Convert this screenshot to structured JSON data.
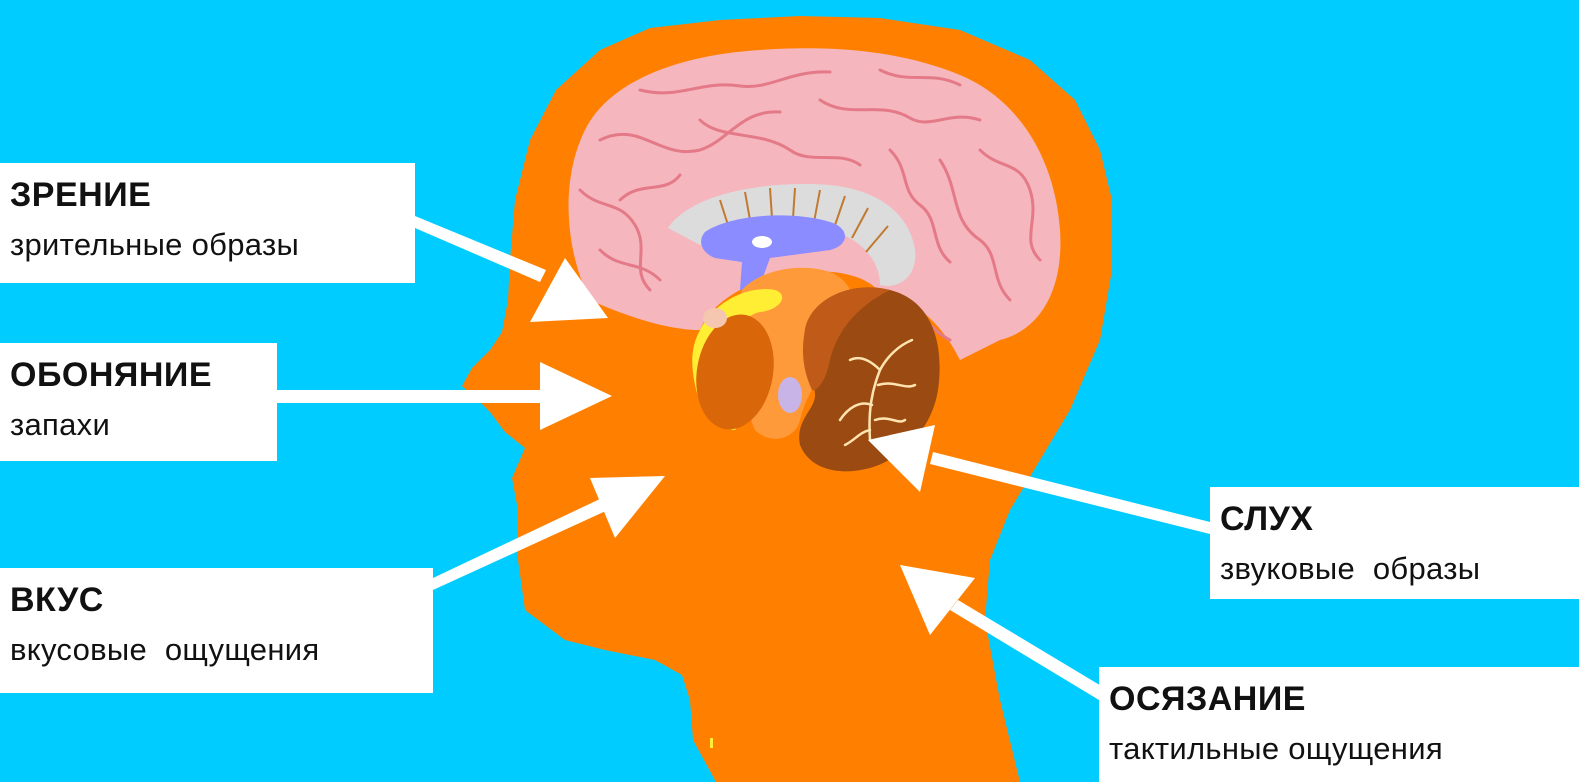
{
  "colors": {
    "background": "#00ccff",
    "head": "#ff8000",
    "brain": "#f5b6bd",
    "brain_folds": "#e47a88",
    "corpus_callosum": "#dcdcdc",
    "ventricle": "#8a8cff",
    "cerebellum": "#9b4a12",
    "thalamus": "#d9670a",
    "yellow_structure": "#ffee33",
    "arrows": "#ffffff",
    "label_bg": "#ffffff",
    "label_text": "#111111"
  },
  "labels": {
    "vision": {
      "title": "ЗРЕНИЕ",
      "subtitle": "зрительные образы"
    },
    "smell": {
      "title": "ОБОНЯНИЕ",
      "subtitle": "запахи"
    },
    "taste": {
      "title": "ВКУС",
      "subtitle": "вкусовые  ощущения"
    },
    "hearing": {
      "title": "СЛУХ",
      "subtitle": "звуковые  образы"
    },
    "touch": {
      "title": "ОСЯЗАНИЕ",
      "subtitle": "тактильные ощущения"
    }
  },
  "icons": {
    "head": "head-silhouette-icon",
    "brain": "brain-icon",
    "cerebellum": "cerebellum-icon",
    "arrow": "arrow-icon"
  }
}
